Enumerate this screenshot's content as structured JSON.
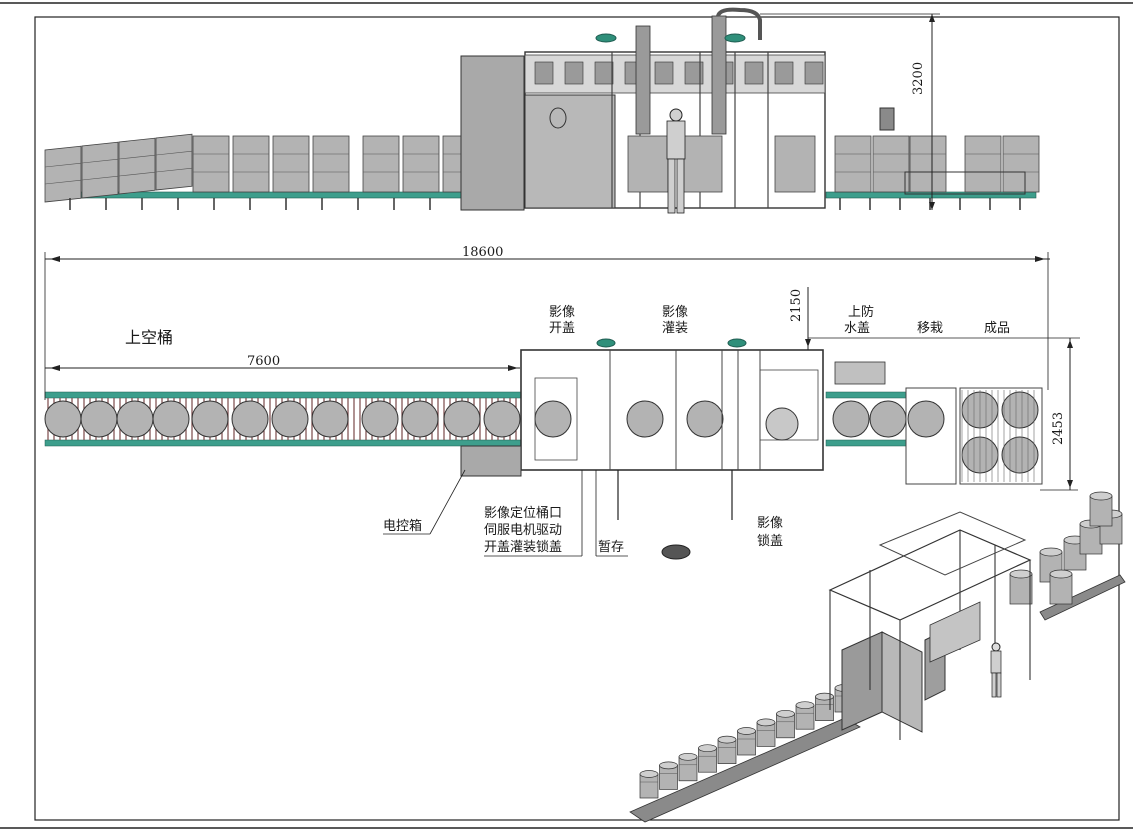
{
  "dimensions": {
    "height_top": "3200",
    "total_length": "18600",
    "infeed_length": "7600",
    "lid_height": "2150",
    "width_right": "2453"
  },
  "labels": {
    "empty_drum_infeed": "上空桶",
    "vision_uncap_1": "影像",
    "vision_uncap_2": "开盖",
    "vision_fill_1": "影像",
    "vision_fill_2": "灌装",
    "waterproof_cap_1": "上防",
    "waterproof_cap_2": "水盖",
    "transfer": "移栽",
    "finished": "成品",
    "control_box": "电控箱",
    "desc_line1": "影像定位桶口",
    "desc_line2": "伺服电机驱动",
    "desc_line3": "开盖灌装锁盖",
    "buffer": "暂存",
    "vision_cap_1": "影像",
    "vision_cap_2": "锁盖"
  },
  "colors": {
    "drum": "#b3b3b3",
    "drum_dark": "#8a8a8a",
    "conveyor": "#3d9e8c",
    "frame": "#6e6e6e",
    "cabinet": "#a9a9a9",
    "roller": "#7a4a4a",
    "line": "#222222"
  }
}
